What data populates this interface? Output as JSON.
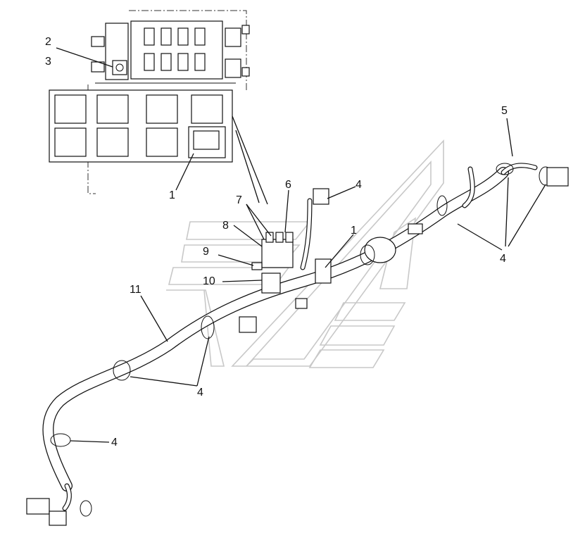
{
  "callouts": {
    "c1_top": "1",
    "c2": "2",
    "c3": "3",
    "c5": "5",
    "c4_top": "4",
    "c6": "6",
    "c7": "7",
    "c8": "8",
    "c1_mid": "1",
    "c4_right": "4",
    "c9": "9",
    "c10": "10",
    "c11": "11",
    "c4_mid": "4",
    "c4_low": "4"
  },
  "colors": {
    "line": "#111111",
    "watermark": "#c8c8c8",
    "background": "#ffffff"
  }
}
